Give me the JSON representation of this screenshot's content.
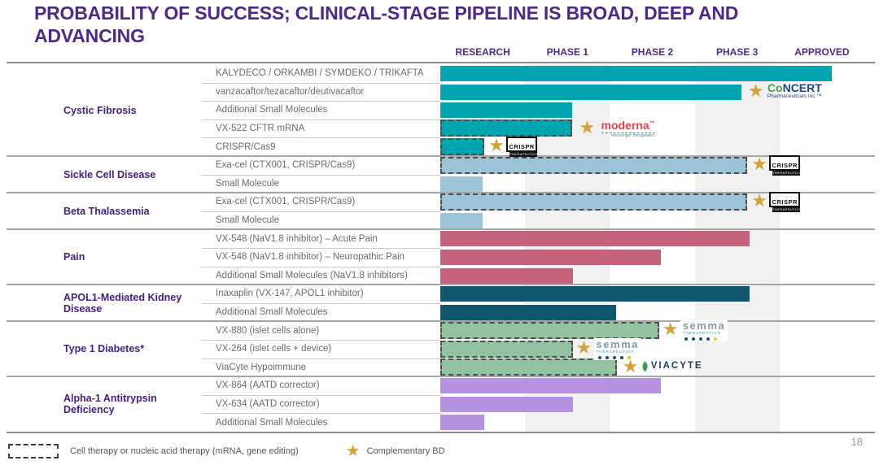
{
  "title": {
    "line1": "PROBABILITY OF SUCCESS; CLINICAL-STAGE PIPELINE IS BROAD, DEEP AND",
    "line2": "ADVANCING"
  },
  "page_number": "18",
  "legend": {
    "dashed_label": "Cell therapy or nucleic acid therapy (mRNA, gene editing)",
    "star_label": "Complementary BD"
  },
  "palette": {
    "title": "#4e2a84",
    "column_header": "#4e2a84",
    "disease_label": "#45217d",
    "program_label": "#6b6b6b",
    "star": "#d1a33c",
    "phase_band": "#f1f1f1",
    "dashed_border": "#4d4d4d"
  },
  "logos": {
    "concert": {
      "name_part1": "Co",
      "name_part2": "NCERT",
      "sub": "Pharmaceuticals Inc.™"
    },
    "moderna": {
      "name": "moderna",
      "tm": "™",
      "sub": "messenger therapeutics"
    },
    "crispr": {
      "name": "CRISPR",
      "sub": "THERAPEUTICS"
    },
    "semma": {
      "name": "semma",
      "sub": "THERAPEUTICS",
      "dot_colors": [
        "#1d4f5e",
        "#1d4f5e",
        "#1d4f5e",
        "#1d4f5e",
        "#ddcb21"
      ]
    },
    "viacyte": {
      "name": "VIACYTE"
    }
  },
  "chart_data": {
    "type": "bar",
    "orientation": "horizontal",
    "columns": [
      "RESEARCH",
      "PHASE 1",
      "PHASE 2",
      "PHASE 3",
      "APPROVED"
    ],
    "xlim": [
      0,
      5
    ],
    "unit_note": "progress in phase-column units: 0=start of Research, 5=end of Approved",
    "groups": [
      {
        "disease": "Cystic Fibrosis",
        "color": "#00a4ae",
        "rows": [
          {
            "program": "KALYDECO / ORKAMBI / SYMDEKO / TRIKAFTA",
            "progress": 4.62,
            "stage": "Approved",
            "dashed": false,
            "star": false,
            "logo": null
          },
          {
            "program": "vanzacaftor/tezacaftor/deutivacaftor",
            "progress": 3.55,
            "stage": "Phase 3",
            "dashed": false,
            "star": true,
            "logo": "concert"
          },
          {
            "program": "Additional Small Molecules",
            "progress": 1.55,
            "stage": "Phase 1",
            "dashed": false,
            "star": false,
            "logo": null
          },
          {
            "program": "VX-522 CFTR mRNA",
            "progress": 1.55,
            "stage": "Phase 1",
            "dashed": true,
            "star": true,
            "logo": "moderna"
          },
          {
            "program": "CRISPR/Cas9",
            "progress": 0.52,
            "stage": "Research",
            "dashed": true,
            "star": true,
            "logo": "crispr"
          }
        ]
      },
      {
        "disease": "Sickle Cell Disease",
        "color": "#9cc3d6",
        "rows": [
          {
            "program": "Exa-cel (CTX001, CRISPR/Cas9)",
            "progress": 3.62,
            "stage": "Phase 3",
            "dashed": true,
            "star": true,
            "logo": "crispr"
          },
          {
            "program": "Small Molecule",
            "progress": 0.5,
            "stage": "Research",
            "dashed": false,
            "star": false,
            "logo": null
          }
        ]
      },
      {
        "disease": "Beta Thalassemia",
        "color": "#9cc3d6",
        "rows": [
          {
            "program": "Exa-cel (CTX001, CRISPR/Cas9)",
            "progress": 3.62,
            "stage": "Phase 3",
            "dashed": true,
            "star": true,
            "logo": "crispr"
          },
          {
            "program": "Small Molecule",
            "progress": 0.5,
            "stage": "Research",
            "dashed": false,
            "star": false,
            "logo": null
          }
        ]
      },
      {
        "disease": "Pain",
        "color": "#c5637c",
        "rows": [
          {
            "program": "VX-548 (NaV1.8 inhibitor) – Acute Pain",
            "progress": 3.65,
            "stage": "Phase 3",
            "dashed": false,
            "star": false,
            "logo": null
          },
          {
            "program": "VX-548 (NaV1.8 inhibitor) – Neuropathic Pain",
            "progress": 2.6,
            "stage": "Phase 2",
            "dashed": false,
            "star": false,
            "logo": null
          },
          {
            "program": "Additional Small Molecules (NaV1.8 inhibitors)",
            "progress": 1.56,
            "stage": "Phase 1",
            "dashed": false,
            "star": false,
            "logo": null
          }
        ]
      },
      {
        "disease": "APOL1-Mediated Kidney Disease",
        "color": "#11586f",
        "rows": [
          {
            "program": "Inaxaplin (VX-147, APOL1 inhibitor)",
            "progress": 3.65,
            "stage": "Phase 3",
            "dashed": false,
            "star": false,
            "logo": null
          },
          {
            "program": "Additional Small Molecules",
            "progress": 2.07,
            "stage": "Phase 2",
            "dashed": false,
            "star": false,
            "logo": null
          }
        ]
      },
      {
        "disease": "Type 1 Diabetes*",
        "color": "#92c3a1",
        "rows": [
          {
            "program": "VX-880 (islet cells alone)",
            "progress": 2.58,
            "stage": "Phase 2",
            "dashed": true,
            "star": true,
            "logo": "semma"
          },
          {
            "program": "VX-264 (islet cells + device)",
            "progress": 1.56,
            "stage": "Phase 1",
            "dashed": true,
            "star": true,
            "logo": "semma"
          },
          {
            "program": "ViaCyte Hypoimmune",
            "progress": 2.08,
            "stage": "Phase 2",
            "dashed": true,
            "star": true,
            "logo": "viacyte"
          }
        ]
      },
      {
        "disease": "Alpha-1 Antitrypsin Deficiency",
        "color": "#b593e2",
        "rows": [
          {
            "program": "VX-864 (AATD corrector)",
            "progress": 2.6,
            "stage": "Phase 2",
            "dashed": false,
            "star": false,
            "logo": null
          },
          {
            "program": "VX-634 (AATD corrector)",
            "progress": 1.56,
            "stage": "Phase 1",
            "dashed": false,
            "star": false,
            "logo": null
          },
          {
            "program": "Additional Small Molecules",
            "progress": 0.52,
            "stage": "Research",
            "dashed": false,
            "star": false,
            "logo": null
          }
        ]
      }
    ]
  }
}
